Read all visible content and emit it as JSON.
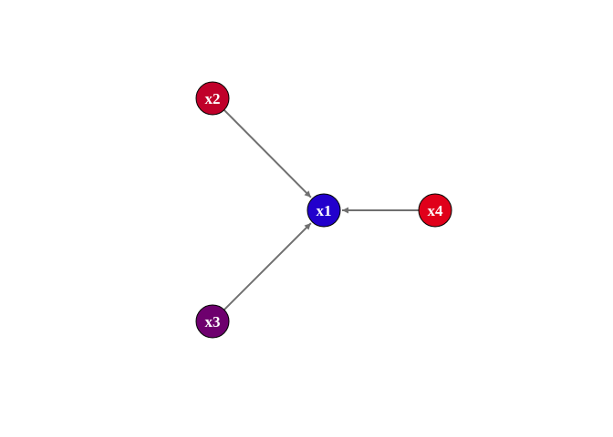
{
  "nodes": [
    {
      "id": "x1",
      "label": "x1",
      "color": "#2200CC"
    },
    {
      "id": "x2",
      "label": "x2",
      "color": "#C0002A"
    },
    {
      "id": "x3",
      "label": "x3",
      "color": "#6E006E"
    },
    {
      "id": "x4",
      "label": "x4",
      "color": "#E0001A"
    }
  ],
  "edges": [
    {
      "from": "x2",
      "to": "x1"
    },
    {
      "from": "x3",
      "to": "x1"
    },
    {
      "from": "x4",
      "to": "x1"
    }
  ],
  "edge_color": "#707070"
}
